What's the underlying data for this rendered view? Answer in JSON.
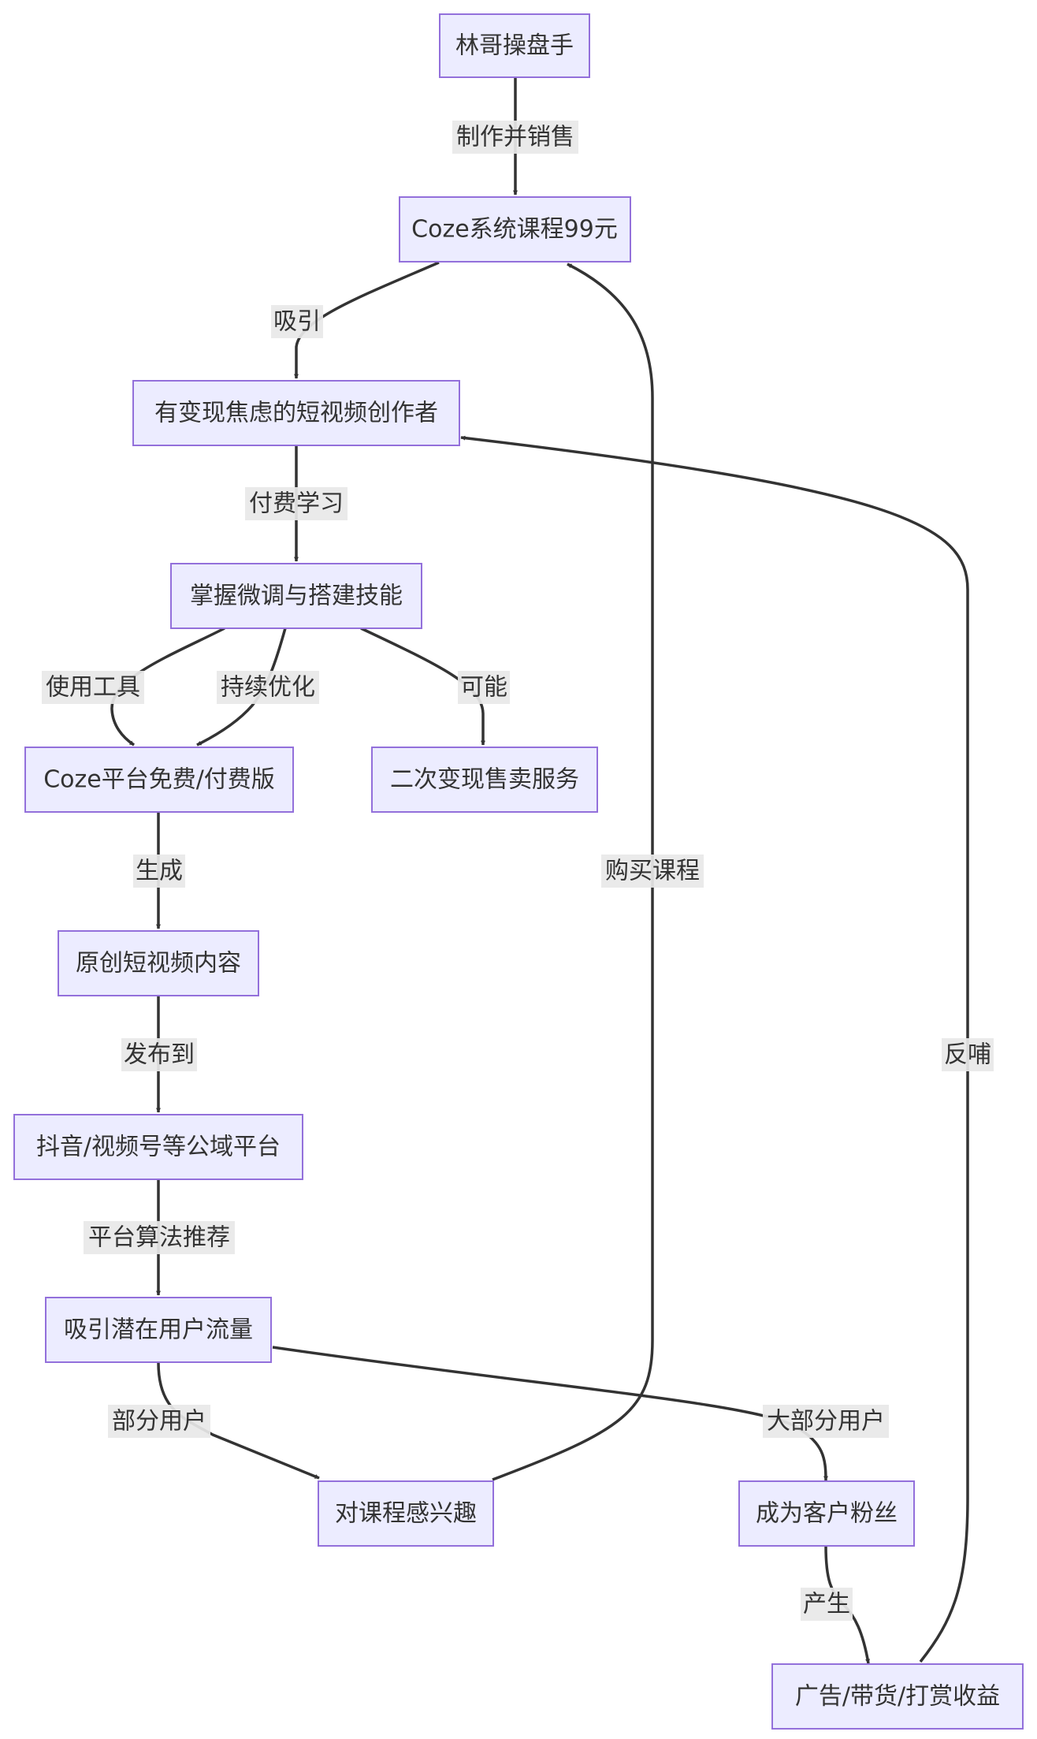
{
  "nodes": [
    {
      "id": "n_lin",
      "label": "林哥操盘手"
    },
    {
      "id": "n_course",
      "label": "Coze系统课程99元"
    },
    {
      "id": "n_creator",
      "label": "有变现焦虑的短视频创作者"
    },
    {
      "id": "n_skill",
      "label": "掌握微调与搭建技能"
    },
    {
      "id": "n_coze",
      "label": "Coze平台免费/付费版"
    },
    {
      "id": "n_resell",
      "label": "二次变现售卖服务"
    },
    {
      "id": "n_content",
      "label": "原创短视频内容"
    },
    {
      "id": "n_platform",
      "label": "抖音/视频号等公域平台"
    },
    {
      "id": "n_traffic",
      "label": "吸引潜在用户流量"
    },
    {
      "id": "n_interest",
      "label": "对课程感兴趣"
    },
    {
      "id": "n_fans",
      "label": "成为客户粉丝"
    },
    {
      "id": "n_income",
      "label": "广告/带货/打赏收益"
    }
  ],
  "edges": [
    {
      "id": "e1",
      "from": "n_lin",
      "to": "n_course",
      "label": "制作并销售"
    },
    {
      "id": "e2",
      "from": "n_course",
      "to": "n_creator",
      "label": "吸引"
    },
    {
      "id": "e3",
      "from": "n_creator",
      "to": "n_skill",
      "label": "付费学习"
    },
    {
      "id": "e4",
      "from": "n_skill",
      "to": "n_coze",
      "label": "使用工具"
    },
    {
      "id": "e5",
      "from": "n_skill",
      "to": "n_coze",
      "label": "持续优化"
    },
    {
      "id": "e6",
      "from": "n_skill",
      "to": "n_resell",
      "label": "可能"
    },
    {
      "id": "e7",
      "from": "n_coze",
      "to": "n_content",
      "label": "生成"
    },
    {
      "id": "e8",
      "from": "n_content",
      "to": "n_platform",
      "label": "发布到"
    },
    {
      "id": "e9",
      "from": "n_platform",
      "to": "n_traffic",
      "label": "平台算法推荐"
    },
    {
      "id": "e10",
      "from": "n_traffic",
      "to": "n_interest",
      "label": "部分用户"
    },
    {
      "id": "e11",
      "from": "n_traffic",
      "to": "n_fans",
      "label": "大部分用户"
    },
    {
      "id": "e12",
      "from": "n_interest",
      "to": "n_course",
      "label": "购买课程"
    },
    {
      "id": "e13",
      "from": "n_fans",
      "to": "n_income",
      "label": "产生"
    },
    {
      "id": "e14",
      "from": "n_income",
      "to": "n_creator",
      "label": "反哺"
    }
  ],
  "colors": {
    "node_fill": "#ECECFF",
    "node_stroke": "#9370DB",
    "edge": "#333333",
    "edge_label_bg": "#E8E8E8",
    "text": "#333333"
  }
}
